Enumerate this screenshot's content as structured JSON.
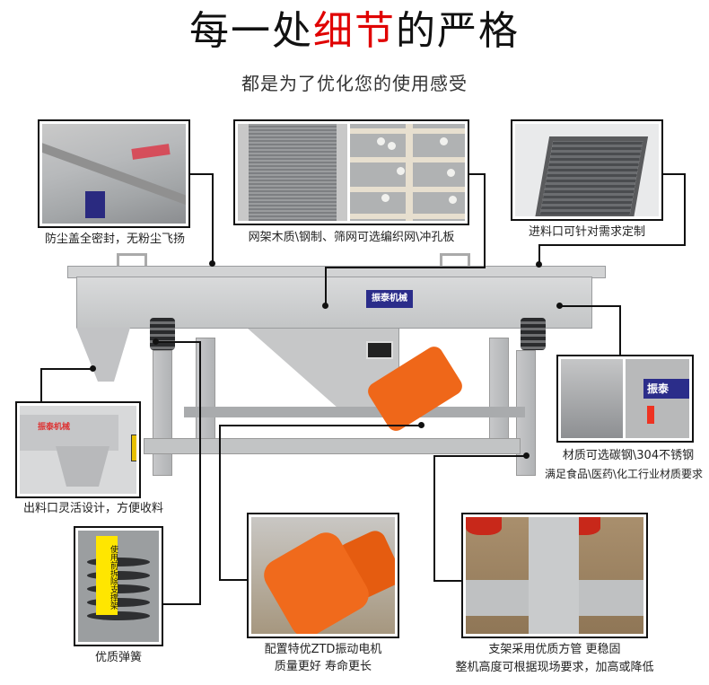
{
  "header": {
    "title_part1": "每一处",
    "title_highlight": "细节",
    "title_part2": "的严格",
    "subtitle": "都是为了优化您的使用感受",
    "highlight_color": "#e00000"
  },
  "machine": {
    "brand_badge": "振泰机械"
  },
  "callouts": [
    {
      "id": "dust-cover",
      "caption": "防尘盖全密封，无粉尘飞扬"
    },
    {
      "id": "screen-frame",
      "caption": "网架木质\\钢制、筛网可选编织网\\冲孔板"
    },
    {
      "id": "feed-inlet",
      "caption": "进料口可针对需求定制"
    },
    {
      "id": "material",
      "caption_line1": "材质可选碳钢\\304不锈钢",
      "caption_line2": "满足食品\\医药\\化工行业材质要求",
      "photo_badge": "振泰"
    },
    {
      "id": "discharge",
      "caption": "出料口灵活设计，方便收料",
      "photo_text": "振泰机械"
    },
    {
      "id": "spring",
      "caption": "优质弹簧",
      "tag_text": "使用前拆除支撑架"
    },
    {
      "id": "motor",
      "caption_line1": "配置特优ZTD振动电机",
      "caption_line2": "质量更好    寿命更长"
    },
    {
      "id": "support",
      "caption_line1": "支架采用优质方管    更稳固",
      "caption_line2": "整机高度可根据现场要求，加高或降低"
    }
  ]
}
